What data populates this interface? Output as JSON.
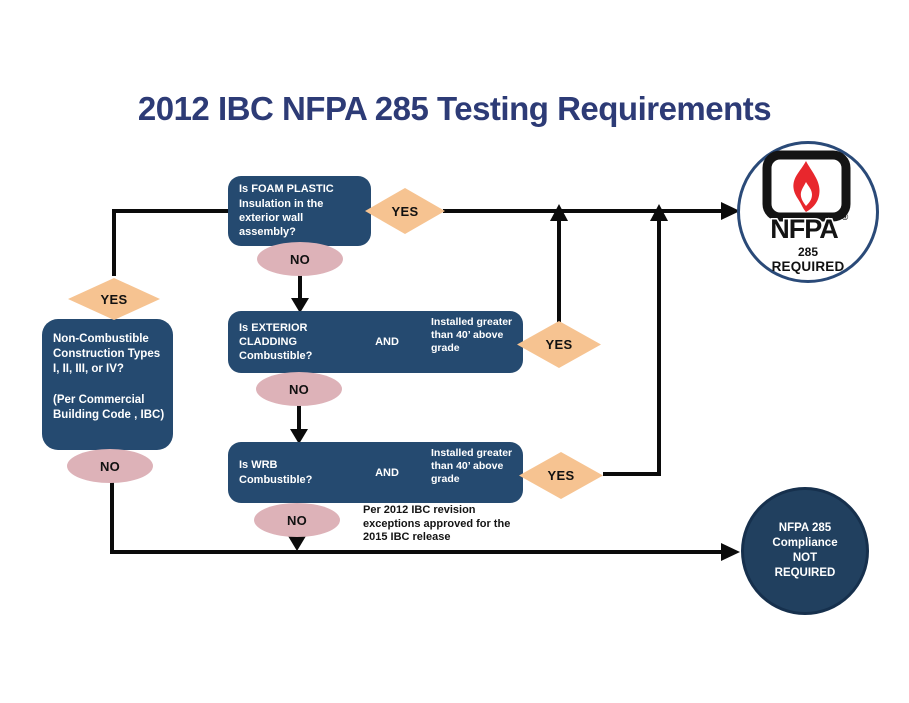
{
  "title": "2012 IBC NFPA 285 Testing Requirements",
  "labels": {
    "yes": "YES",
    "no": "NO",
    "and": "AND"
  },
  "nodes": {
    "foam": {
      "question": "Is FOAM PLASTIC Insulation in the exterior wall assembly?"
    },
    "noncombustible": {
      "question": "Non-Combustible Construction Types I, II, III, or IV?",
      "note": "(Per Commercial Building Code , IBC)"
    },
    "cladding": {
      "question": "Is EXTERIOR CLADDING Combustible?",
      "condition": "Installed greater than 40’ above grade"
    },
    "wrb": {
      "question": "Is WRB Combustible?",
      "condition": "Installed greater than 40’ above grade"
    }
  },
  "note": "Per 2012 IBC revision exceptions approved for the 2015 IBC release",
  "outcomes": {
    "required": {
      "brand": "NFPA",
      "reg": "®",
      "code": "285",
      "status": "REQUIRED"
    },
    "not_required": {
      "line1": "NFPA 285",
      "line2": "Compliance",
      "line3": "NOT",
      "line4": "REQUIRED"
    }
  },
  "colors": {
    "box_navy": "#254a70",
    "circle_navy": "#21405f",
    "title_navy": "#2d3b76",
    "yes_fill": "#f6c391",
    "no_fill": "#ddb2b8",
    "line_black": "#0b0b0b",
    "flame_red": "#e8272d",
    "ring_blue": "#2a4a78"
  }
}
